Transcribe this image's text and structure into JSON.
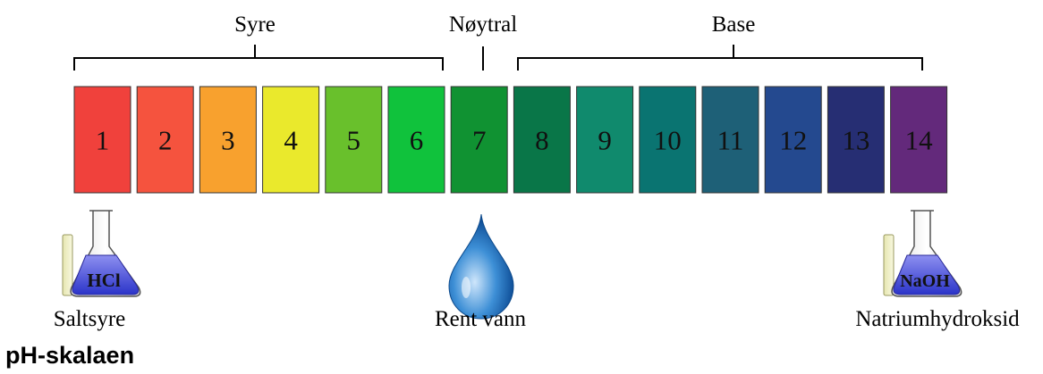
{
  "groups": {
    "acid": "Syre",
    "neutral": "Nøytral",
    "base": "Base"
  },
  "scale": [
    {
      "label": "1",
      "color": "#f0413c"
    },
    {
      "label": "2",
      "color": "#f5533e"
    },
    {
      "label": "3",
      "color": "#f8a12e"
    },
    {
      "label": "4",
      "color": "#eae92c"
    },
    {
      "label": "5",
      "color": "#69c02c"
    },
    {
      "label": "6",
      "color": "#10c23c"
    },
    {
      "label": "7",
      "color": "#109232"
    },
    {
      "label": "8",
      "color": "#097648"
    },
    {
      "label": "9",
      "color": "#108a6d"
    },
    {
      "label": "10",
      "color": "#0a7471"
    },
    {
      "label": "11",
      "color": "#1e6077"
    },
    {
      "label": "12",
      "color": "#24498f"
    },
    {
      "label": "13",
      "color": "#262e73"
    },
    {
      "label": "14",
      "color": "#63297b"
    }
  ],
  "examples": {
    "acid": {
      "formula": "HCl",
      "name": "Saltsyre"
    },
    "neutral": {
      "name": "Rent vann"
    },
    "base": {
      "formula": "NaOH",
      "name": "Natriumhydroksid"
    }
  },
  "caption": "pH-skalaen"
}
